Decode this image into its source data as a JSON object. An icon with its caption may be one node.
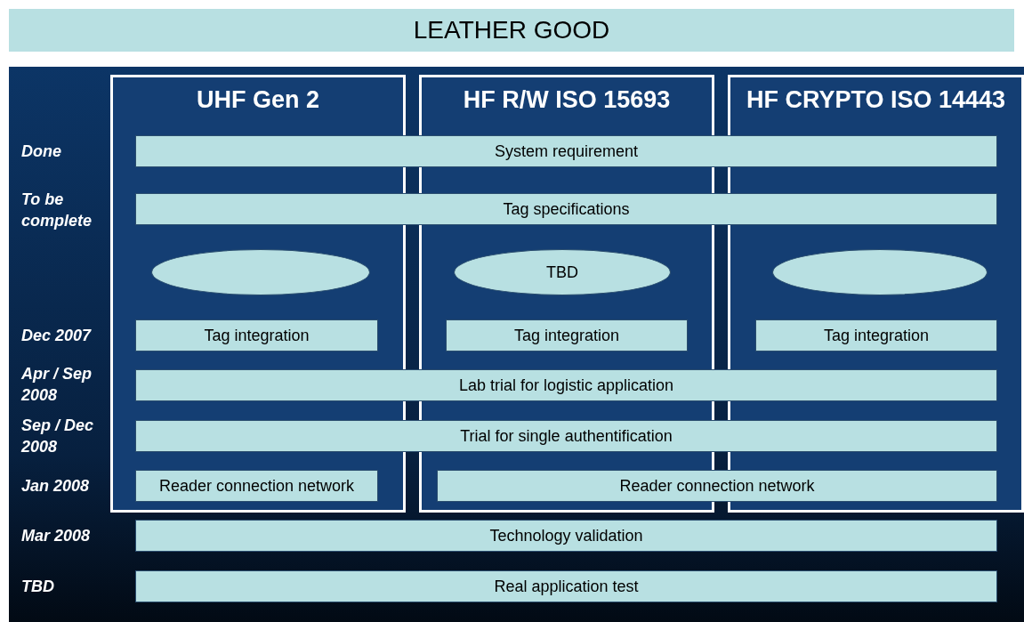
{
  "diagram": {
    "title": "LEATHER GOOD",
    "nodes": [
      {
        "text": [
          "UHF Gen 2"
        ]
      },
      {
        "text": [
          "HF R/W ISO 15693"
        ]
      },
      {
        "text": [
          "HF CRYPTO ISO 14443"
        ]
      },
      {
        "text": [
          "System requirement"
        ]
      },
      {
        "text": [
          "Tag specifications"
        ]
      },
      {
        "text": [],
        "shape": "ellipse",
        "in": 0
      },
      {
        "text": [
          "TBD"
        ],
        "in": 1
      },
      {
        "text": [],
        "shape": "ellipse",
        "in": 2
      },
      {
        "text": [
          "Tag integration"
        ],
        "in": 0
      },
      {
        "text": [
          "Tag integration"
        ],
        "in": 1
      },
      {
        "text": [
          "Tag integration"
        ],
        "in": 2
      },
      {
        "text": [
          "Lab trial for logistic application"
        ]
      },
      {
        "text": [
          "Trial for single authentification"
        ]
      },
      {
        "text": [
          "Reader connection network"
        ],
        "in": 0
      },
      {
        "text": [
          "Reader connection network"
        ]
      },
      {
        "text": [
          "Technology validation"
        ]
      },
      {
        "text": [
          "Real application test"
        ]
      }
    ],
    "labels": [
      "Done",
      "To be complete",
      "Dec 2007",
      "Apr / Sep 2008",
      "Sep / Dec 2008",
      "Jan 2008",
      "Mar 2008",
      "TBD"
    ]
  }
}
